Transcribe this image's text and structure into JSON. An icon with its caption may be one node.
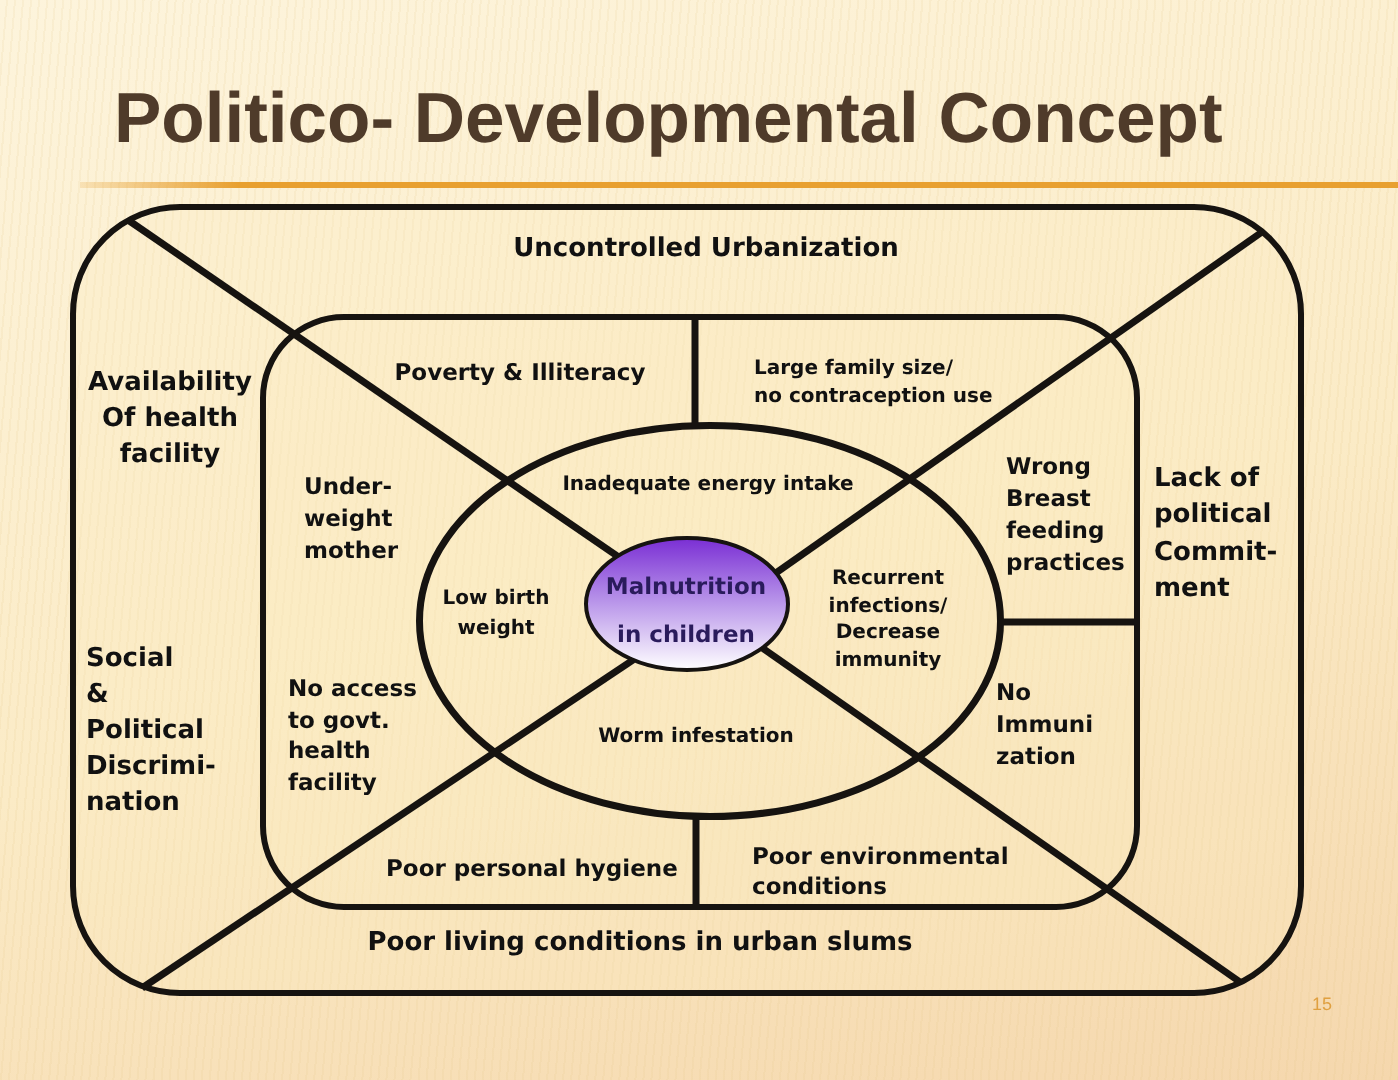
{
  "diagram": {
    "title": "Politico- Developmental Concept",
    "nodes": [
      {
        "text": [
          "Uncontrolled Urbanization",
          "Availability Of health facility",
          "Lack of political Commit- ment",
          "Social & Political Discrimi- nation",
          "Poor living conditions in urban slums"
        ]
      },
      {
        "text": [
          "Poverty & Illiteracy",
          "Large family size/ no contraception use",
          "Under- weight mother",
          "Wrong Breast feeding practices",
          "No access to govt. health facility",
          "No Immuni zation",
          "Poor personal hygiene",
          "Poor environmental conditions"
        ],
        "in": 0
      },
      {
        "text": [
          "Inadequate energy intake",
          "Low birth weight",
          "Recurrent infections/ Decrease immunity",
          "Worm infestation"
        ],
        "in": 1
      },
      {
        "text": [
          "Malnutrition in children"
        ],
        "in": 2
      }
    ],
    "labels": [
      "15"
    ]
  }
}
